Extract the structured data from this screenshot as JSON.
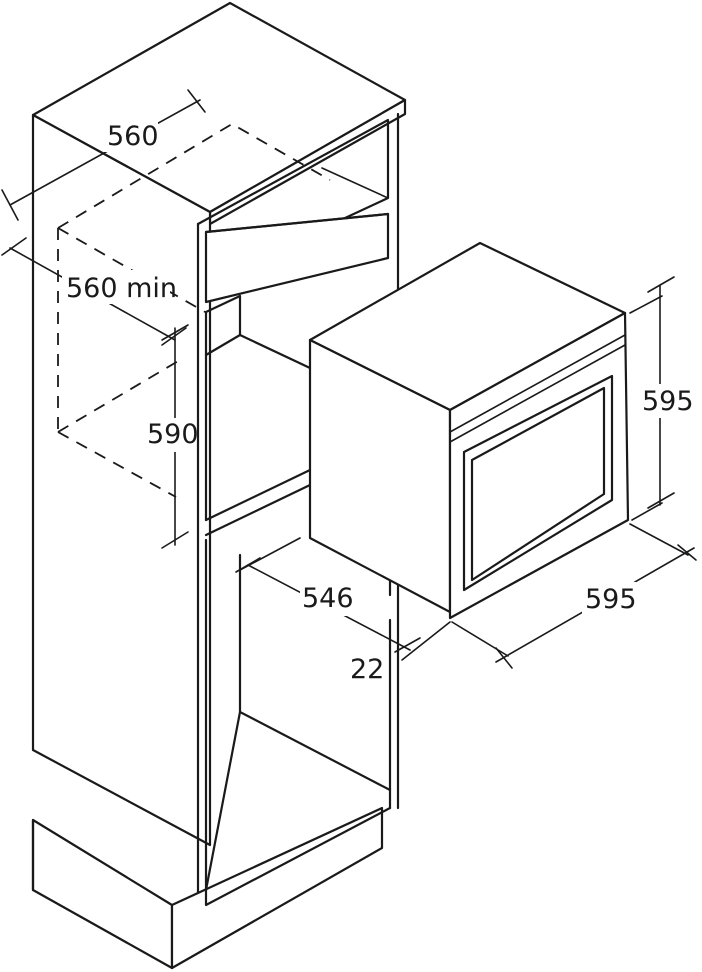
{
  "dimensions": {
    "niche_top_width": "560",
    "niche_depth": "560 min",
    "niche_height": "590",
    "oven_depth": "546",
    "front_offset": "22",
    "oven_height": "595",
    "oven_width": "595"
  }
}
